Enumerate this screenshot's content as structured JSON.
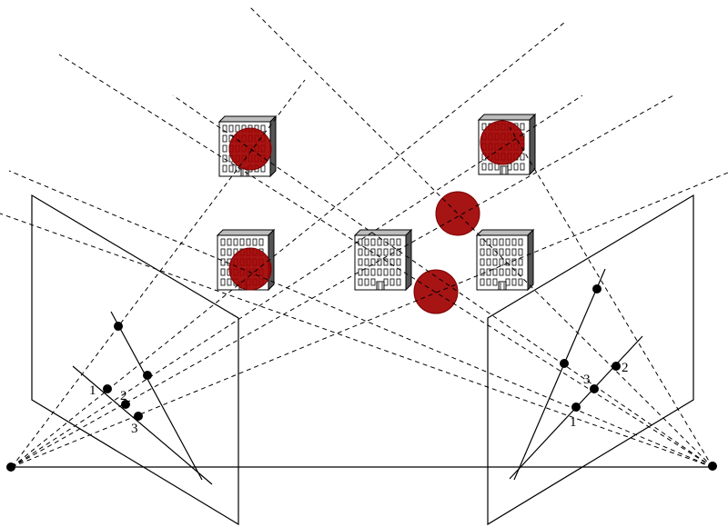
{
  "colors": {
    "ink": "#000000",
    "feature": "#a00000"
  },
  "left_camera": {
    "labels": [
      "1",
      "2",
      "3"
    ]
  },
  "right_camera": {
    "labels": [
      "1",
      "2",
      "3"
    ]
  }
}
